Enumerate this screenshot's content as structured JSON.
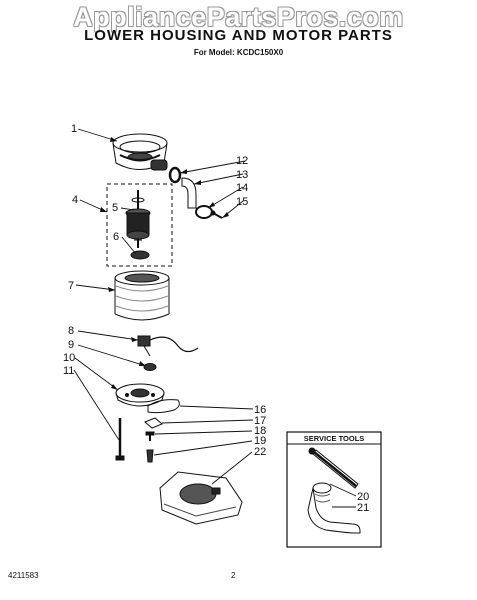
{
  "watermark": "AppliancePartsPros.com",
  "header": {
    "title": "LOWER HOUSING AND MOTOR PARTS",
    "subtitle": "For Model: KCDC150X0"
  },
  "footer": {
    "doc_number": "4211583",
    "page_number": "2"
  },
  "service_tools": {
    "title": "SERVICE TOOLS"
  },
  "callouts": [
    {
      "id": "c1",
      "text": "1"
    },
    {
      "id": "c2",
      "text": "12"
    },
    {
      "id": "c3",
      "text": "13"
    },
    {
      "id": "c4",
      "text": "14"
    },
    {
      "id": "c5",
      "text": "15"
    },
    {
      "id": "c6",
      "text": "4"
    },
    {
      "id": "c7",
      "text": "5"
    },
    {
      "id": "c8",
      "text": "6"
    },
    {
      "id": "c9",
      "text": "7"
    },
    {
      "id": "c10",
      "text": "8"
    },
    {
      "id": "c11",
      "text": "9"
    },
    {
      "id": "c12",
      "text": "10"
    },
    {
      "id": "c13",
      "text": "11"
    },
    {
      "id": "c14",
      "text": "16"
    },
    {
      "id": "c15",
      "text": "17"
    },
    {
      "id": "c16",
      "text": "18"
    },
    {
      "id": "c17",
      "text": "19"
    },
    {
      "id": "c18",
      "text": "22"
    },
    {
      "id": "c19",
      "text": "20"
    },
    {
      "id": "c20",
      "text": "21"
    }
  ]
}
